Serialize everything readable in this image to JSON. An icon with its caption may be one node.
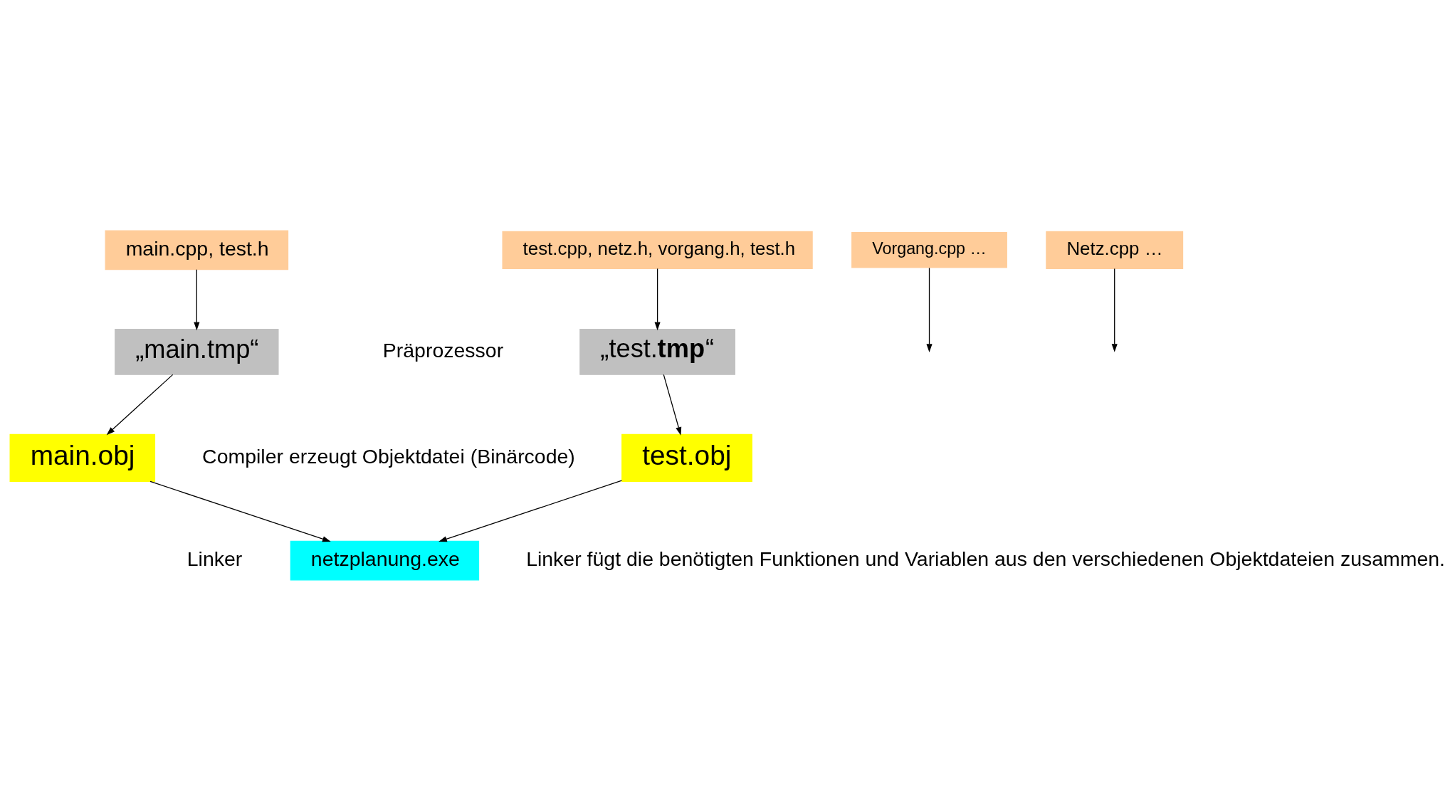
{
  "diagram": {
    "nodes": [
      {
        "text": [
          "main.cpp, test.h"
        ]
      },
      {
        "text": [
          "test.cpp, netz.h, vorgang.h, test.h"
        ]
      },
      {
        "text": [
          "Vorgang.cpp …"
        ]
      },
      {
        "text": [
          "Netz.cpp …"
        ]
      },
      {
        "text": [
          "„main.tmp“"
        ]
      },
      {
        "text": [
          "„test.**tmp**“"
        ]
      },
      {
        "text": [
          "main.obj"
        ]
      },
      {
        "text": [
          "test.obj"
        ]
      },
      {
        "text": [
          "netzplanung.exe"
        ]
      }
    ],
    "edges": [
      {
        "from": 0,
        "to": 4,
        "arrow": "to"
      },
      {
        "from": 1,
        "to": 5,
        "arrow": "to"
      },
      {
        "from": 2,
        "to": null,
        "arrow": "to"
      },
      {
        "from": 3,
        "to": null,
        "arrow": "to"
      },
      {
        "from": 4,
        "to": 6,
        "arrow": "to"
      },
      {
        "from": 5,
        "to": 7,
        "arrow": "to"
      },
      {
        "from": 6,
        "to": 8,
        "arrow": "to"
      },
      {
        "from": 7,
        "to": 8,
        "arrow": "to"
      }
    ],
    "labels": [
      "Präprozessor",
      "Compiler erzeugt Objektdatei (Binärcode)",
      "Linker",
      "Linker fügt die benötigten Funktionen und Variablen aus den verschiedenen Objektdateien zusammen."
    ]
  }
}
